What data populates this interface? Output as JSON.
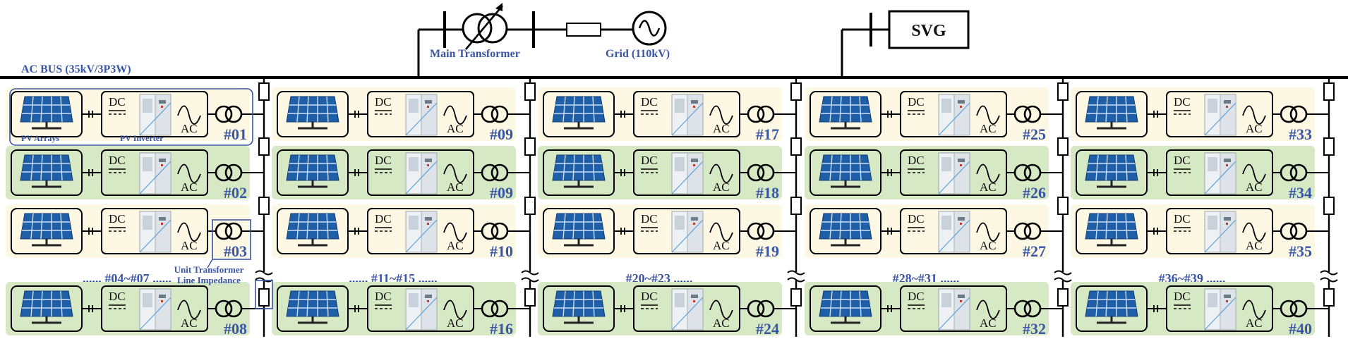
{
  "bus": {
    "label": "AC BUS (35kV/3P3W)"
  },
  "grid_side": {
    "main_transformer_label": "Main Transformer",
    "grid_label": "Grid (110kV)",
    "svg_label": "SVG"
  },
  "legend": {
    "pv_arrays": "PV Arrays",
    "pv_inverter": "PV Inverter",
    "unit_transformer": "Unit Transformer",
    "line_impedance": "Line Impedance"
  },
  "block_text": {
    "dc": "DC",
    "ac": "AC"
  },
  "columns": [
    {
      "units": [
        "#01",
        "#02",
        "#03",
        "#08"
      ],
      "ellipsis": "...... #04~#07 ......",
      "row_shades": [
        "cream",
        "green",
        "cream",
        "green"
      ]
    },
    {
      "units": [
        "#09",
        "#09",
        "#10",
        "#16"
      ],
      "ellipsis": "...... #11~#15 ......",
      "row_shades": [
        "cream",
        "green",
        "cream",
        "green"
      ]
    },
    {
      "units": [
        "#17",
        "#18",
        "#19",
        "#24"
      ],
      "ellipsis": "#20~#23 ......",
      "row_shades": [
        "cream",
        "green",
        "cream",
        "green"
      ]
    },
    {
      "units": [
        "#25",
        "#26",
        "#27",
        "#32"
      ],
      "ellipsis": "#28~#31 ......",
      "row_shades": [
        "cream",
        "green",
        "cream",
        "green"
      ]
    },
    {
      "units": [
        "#33",
        "#34",
        "#35",
        "#40"
      ],
      "ellipsis": "#36~#39 ......",
      "row_shades": [
        "cream",
        "green",
        "cream",
        "green"
      ]
    }
  ],
  "colors": {
    "cream": "#fdf8e3",
    "green": "#d6e8c4",
    "label_blue": "#3955a5",
    "panel_blue": "#1f5fa8",
    "line": "#000000"
  }
}
